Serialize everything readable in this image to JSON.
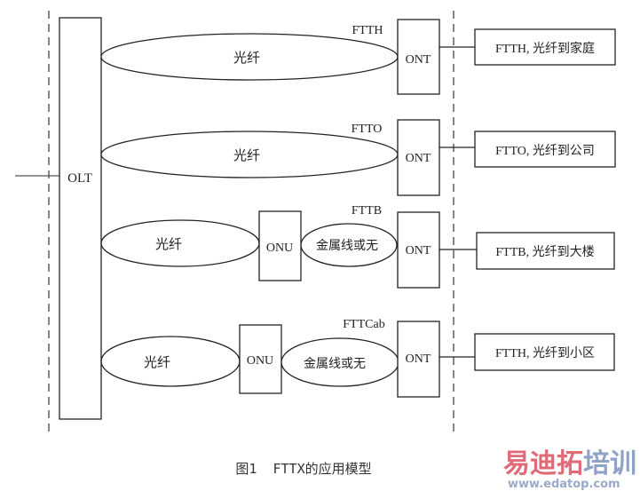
{
  "diagram": {
    "olt": {
      "label": "OLT"
    },
    "rows": [
      {
        "type_label": "FTTH",
        "fiber_label": "光纤",
        "onu_label": null,
        "copper_label": null,
        "ont_label": "ONT",
        "description": "FTTH, 光纤到家庭"
      },
      {
        "type_label": "FTTO",
        "fiber_label": "光纤",
        "onu_label": null,
        "copper_label": null,
        "ont_label": "ONT",
        "description": "FTTO, 光纤到公司"
      },
      {
        "type_label": "FTTB",
        "fiber_label": "光纤",
        "onu_label": "ONU",
        "copper_label": "金属线或无",
        "ont_label": "ONT",
        "description": "FTTB, 光纤到大楼"
      },
      {
        "type_label": "FTTCab",
        "fiber_label": "光纤",
        "onu_label": "ONU",
        "copper_label": "金属线或无",
        "ont_label": "ONT",
        "description": "FTTH, 光纤到小区"
      }
    ],
    "caption": "图1  FTTX的应用模型"
  },
  "watermark": {
    "title_chars": [
      "易",
      "迪",
      "拓",
      "培",
      "训"
    ],
    "title_colors": [
      "#e06a78",
      "#e06a78",
      "#e06a78",
      "#8fa3c9",
      "#8fa3c9"
    ],
    "url": "www.edatop.com"
  }
}
